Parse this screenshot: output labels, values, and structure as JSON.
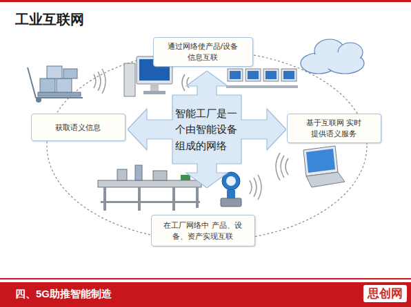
{
  "diagram": {
    "title": "工业互联网",
    "nodes": [
      {
        "text": [
          "通过网络使产品/设备 信息互联"
        ]
      },
      {
        "text": [
          "获取语义信息"
        ]
      },
      {
        "text": [
          "智能工厂是一个由智能设备组成的网络"
        ]
      },
      {
        "text": [
          "基于互联网 实时提供语义服务"
        ]
      },
      {
        "text": [
          "在工厂网络中 产品、设备、资产实现互联"
        ]
      }
    ],
    "labels": [
      "四、5G助推智能制造",
      "思创网"
    ]
  }
}
